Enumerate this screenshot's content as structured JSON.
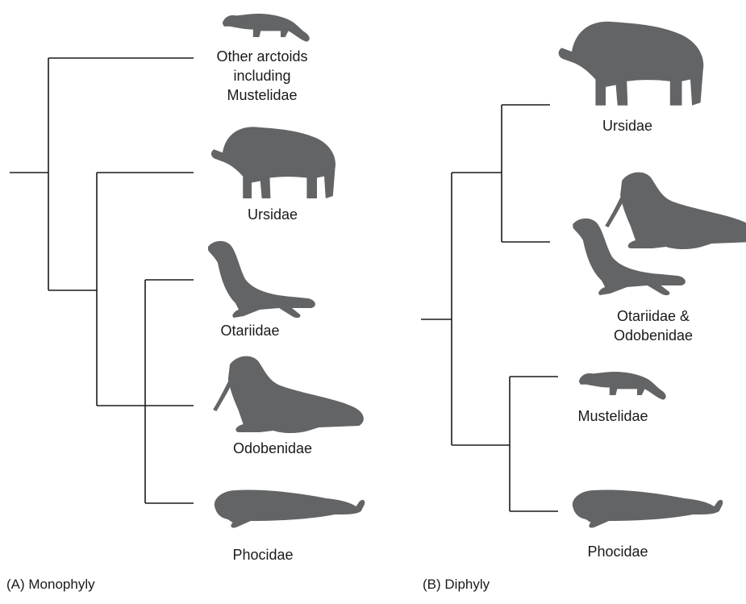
{
  "panels": [
    {
      "label": "(A) Monophyly",
      "taxa": [
        {
          "lines": [
            "Other arctoids",
            "including",
            "Mustelidae"
          ],
          "icon": "mustelid-icon"
        },
        {
          "lines": [
            "Ursidae"
          ],
          "icon": "bear-icon"
        },
        {
          "lines": [
            "Otariidae"
          ],
          "icon": "sea-lion-icon"
        },
        {
          "lines": [
            "Odobenidae"
          ],
          "icon": "walrus-icon"
        },
        {
          "lines": [
            "Phocidae"
          ],
          "icon": "seal-icon"
        }
      ]
    },
    {
      "label": "(B) Diphyly",
      "taxa": [
        {
          "lines": [
            "Ursidae"
          ],
          "icon": "bear-icon"
        },
        {
          "lines": [
            "Otariidae &",
            "Odobenidae"
          ],
          "icon": "walrus-and-sea-lion-icon"
        },
        {
          "lines": [
            "Mustelidae"
          ],
          "icon": "mustelid-icon"
        },
        {
          "lines": [
            "Phocidae"
          ],
          "icon": "seal-icon"
        }
      ]
    }
  ],
  "colors": {
    "silhouette": "#636466",
    "branch": "#1a1a1a"
  }
}
